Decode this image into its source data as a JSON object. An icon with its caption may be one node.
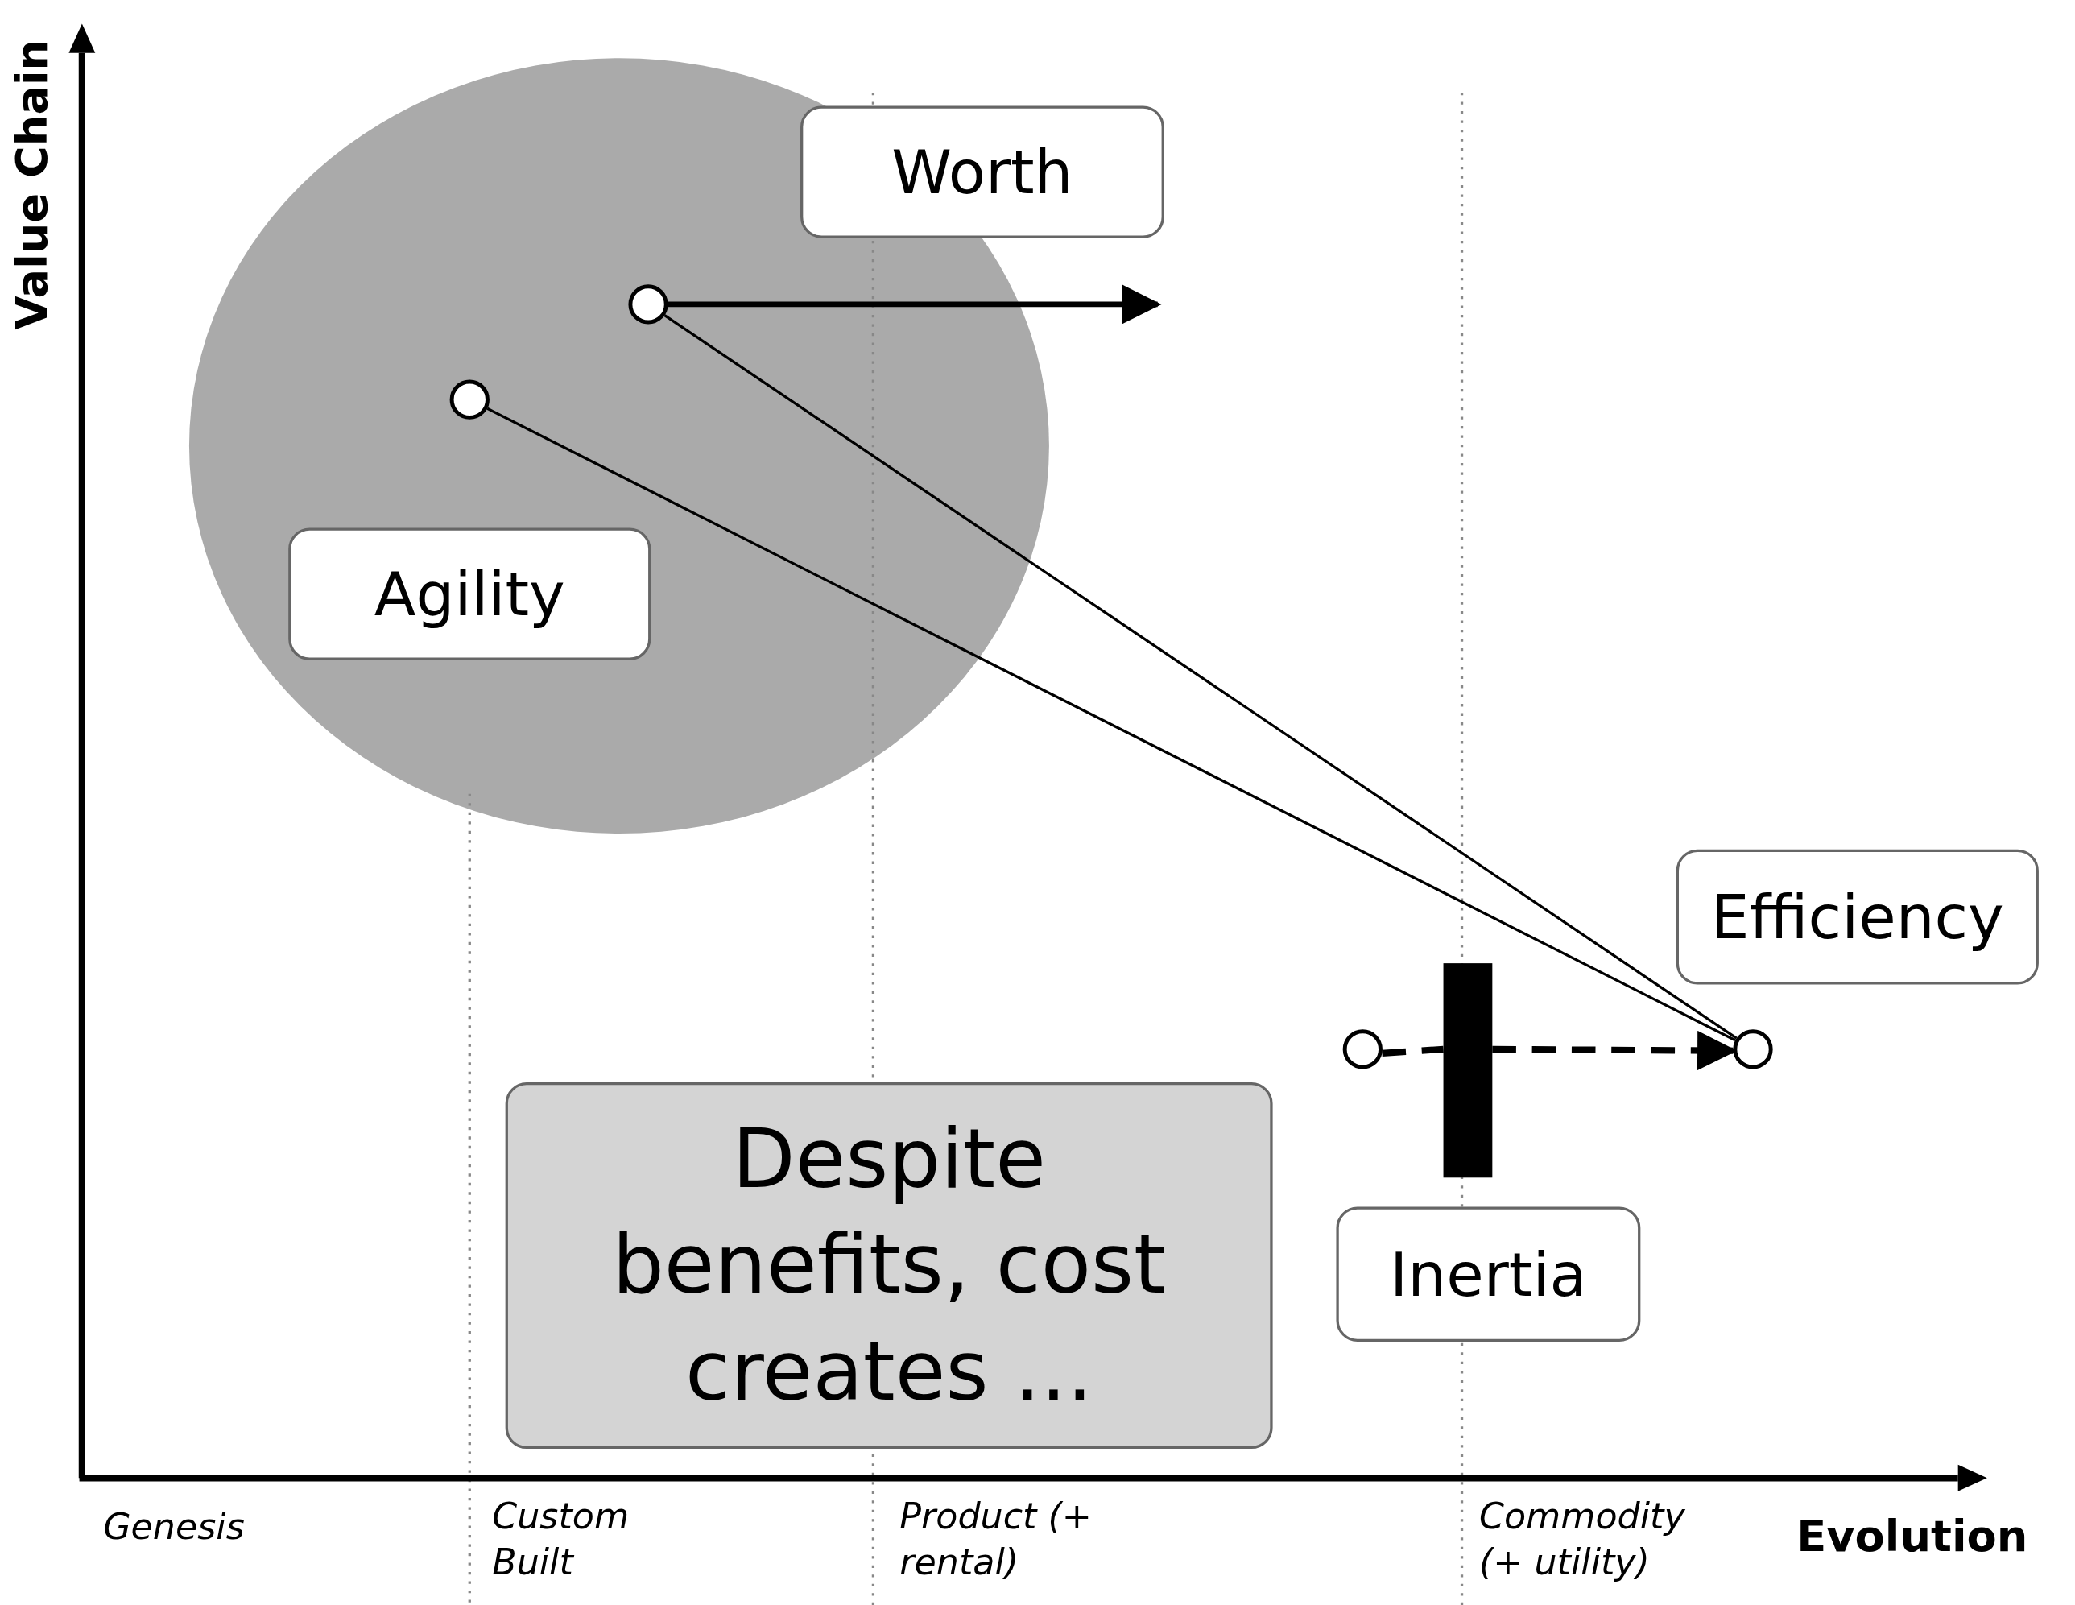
{
  "diagram": {
    "nodes": [
      {
        "text": [
          "Worth"
        ]
      },
      {
        "text": [
          "Agility"
        ]
      },
      {
        "text": [
          "Efficiency"
        ]
      },
      {
        "text": [
          "Inertia"
        ]
      },
      {
        "text": [
          "Despite benefits, cost creates ..."
        ]
      },
      {
        "text": [],
        "shape": "circle"
      },
      {
        "text": [],
        "shape": "circle"
      },
      {
        "text": [],
        "shape": "circle"
      },
      {
        "text": [],
        "shape": "circle"
      },
      {
        "text": [],
        "shape": "bar"
      }
    ],
    "edges": [
      {
        "from": 5,
        "to": null,
        "arrow": "to"
      },
      {
        "from": 5,
        "to": 8,
        "arrow": "none"
      },
      {
        "from": 6,
        "to": 8,
        "arrow": "none"
      },
      {
        "from": 7,
        "to": 9,
        "arrow": "none",
        "style": "dashed"
      },
      {
        "from": 9,
        "to": 8,
        "arrow": "to",
        "style": "dashed"
      }
    ],
    "labels": [
      "Value Chain",
      "Genesis",
      "Custom Built",
      "Product (+ rental)",
      "Commodity (+ utility)",
      "Evolution"
    ]
  }
}
